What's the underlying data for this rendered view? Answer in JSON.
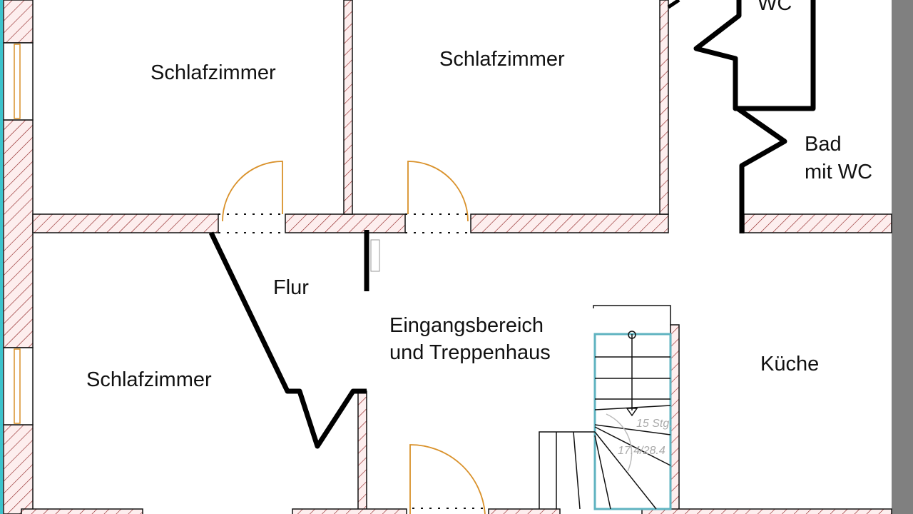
{
  "plan": {
    "rooms": [
      {
        "id": "bedroom-top-left",
        "label": "Schlafzimmer"
      },
      {
        "id": "bedroom-top-middle",
        "label": "Schlafzimmer"
      },
      {
        "id": "wc",
        "label": "WC"
      },
      {
        "id": "bathroom",
        "label_line1": "Bad",
        "label_line2": "mit WC"
      },
      {
        "id": "hallway",
        "label": "Flur"
      },
      {
        "id": "entrance",
        "label_line1": "Eingangsbereich",
        "label_line2": "und Treppenhaus"
      },
      {
        "id": "bedroom-bottom-left",
        "label": "Schlafzimmer"
      },
      {
        "id": "kitchen",
        "label": "Küche"
      }
    ],
    "stair_note": {
      "steps": "15 Stg.",
      "ratio": "17.4/28.4"
    },
    "colors": {
      "wall_hatch": "#8b1a1a",
      "wall_fill": "#fdeeee",
      "door": "#d9912a",
      "stair_edge": "#5fb3c0",
      "frame_edge": "#3cc3cc",
      "margin_gray": "#808080"
    }
  }
}
